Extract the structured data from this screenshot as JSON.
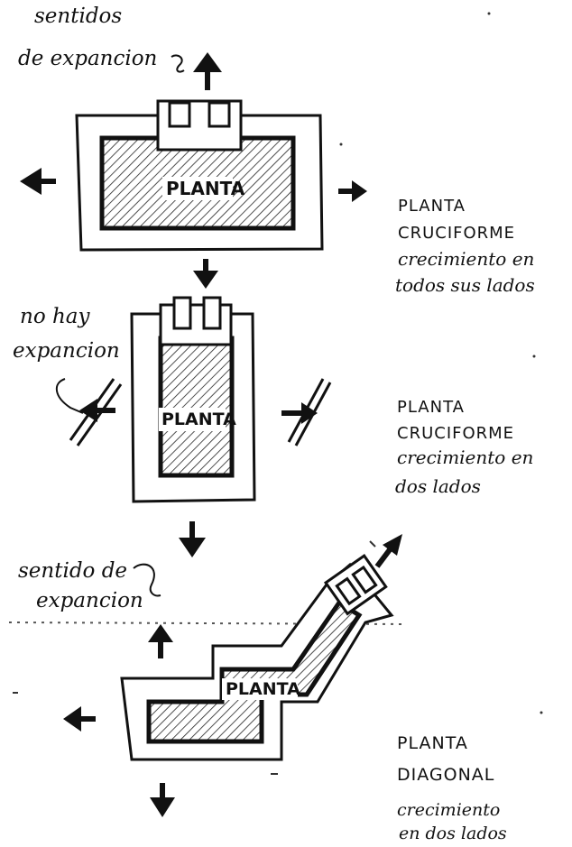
{
  "diagram1": {
    "note_line1": "sentidos",
    "note_line2": "de expancion",
    "plan_label": "PLANTA",
    "caption_line1": "PLANTA",
    "caption_line2": "CRUCIFORME",
    "caption_line3": "crecimiento en",
    "caption_line4": "todos sus lados"
  },
  "diagram2": {
    "note_line1": "no hay",
    "note_line2": "expancion",
    "plan_label": "PLANTA",
    "caption_line1": "PLANTA",
    "caption_line2": "CRUCIFORME",
    "caption_line3": "crecimiento en",
    "caption_line4": "dos lados"
  },
  "diagram3": {
    "note_line1": "sentido de",
    "note_line2": "expancion",
    "plan_label": "PLANTA",
    "caption_line1": "PLANTA",
    "caption_line2": "DIAGONAL",
    "caption_line3": "crecimiento",
    "caption_line4": "en dos lados"
  }
}
